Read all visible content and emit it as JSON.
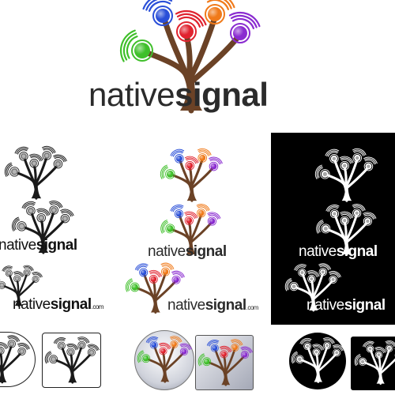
{
  "brand": {
    "native": "native",
    "signal": "signal",
    "dotcom": ".com"
  },
  "colors": {
    "trunk": "#6b4226",
    "blue": "#2a4fd8",
    "red": "#e0232f",
    "orange": "#f07a1a",
    "purple": "#8a2bd0",
    "green": "#3fbf2a",
    "gray_trunk": "#1a1a1a",
    "gray_dot": "#7d7d7d",
    "panel": "#000000",
    "white": "#ffffff"
  },
  "icons": [
    "tree-icon",
    "signal-wave-icon"
  ]
}
